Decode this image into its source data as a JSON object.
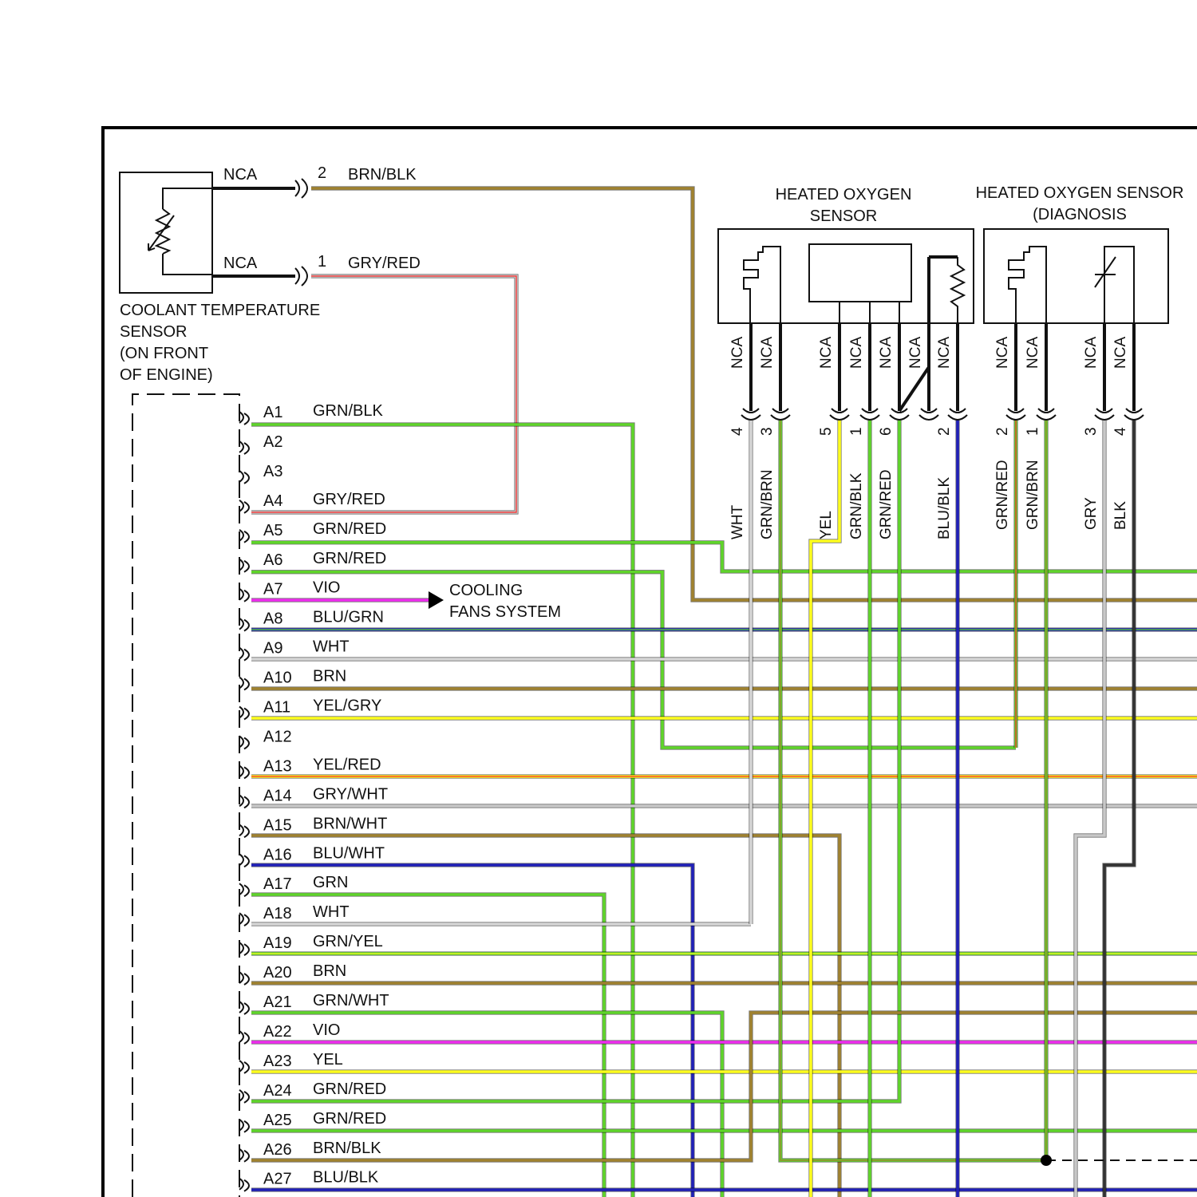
{
  "colors": {
    "GRN": "#5fd52a",
    "GRY": "#c8c8c8",
    "WHT": "#d6d6d6",
    "BRN": "#a0822f",
    "BLK": "#333333",
    "YEL": "#ffff1e",
    "RED": "#ff2a2a",
    "VIO": "#ee2cee",
    "BLU": "#2020b8"
  },
  "coolant": {
    "label_lines": [
      "COOLANT TEMPERATURE",
      "SENSOR",
      "(ON FRONT",
      "OF ENGINE)"
    ],
    "pins": [
      {
        "nca": "NCA",
        "pin": "2",
        "wire": "BRN/BLK"
      },
      {
        "nca": "NCA",
        "pin": "1",
        "wire": "GRY/RED"
      }
    ]
  },
  "ho2s_1": {
    "title_lines": [
      "HEATED OXYGEN",
      "SENSOR"
    ],
    "pins": [
      {
        "nca": "NCA",
        "pin": "4",
        "wire": "WHT"
      },
      {
        "nca": "NCA",
        "pin": "3",
        "wire": "GRN/BRN"
      },
      {
        "nca": "NCA",
        "pin": "5",
        "wire": "YEL"
      },
      {
        "nca": "NCA",
        "pin": "1",
        "wire": "GRN/BLK"
      },
      {
        "nca": "NCA",
        "pin": "6",
        "wire": "GRN/RED"
      },
      {
        "nca": "NCA",
        "pin": "",
        "wire": ""
      },
      {
        "nca": "NCA",
        "pin": "2",
        "wire": "BLU/BLK"
      }
    ]
  },
  "ho2s_2": {
    "title_lines": [
      "HEATED OXYGEN SENSOR",
      "(DIAGNOSIS"
    ],
    "pins": [
      {
        "nca": "NCA",
        "pin": "2",
        "wire": "GRN/RED"
      },
      {
        "nca": "NCA",
        "pin": "1",
        "wire": "GRN/BRN"
      },
      {
        "nca": "NCA",
        "pin": "3",
        "wire": "GRY"
      },
      {
        "nca": "NCA",
        "pin": "4",
        "wire": "BLK"
      }
    ]
  },
  "cooling_fans_lines": [
    "COOLING",
    "FANS SYSTEM"
  ],
  "connector_pins": [
    {
      "pin": "A1",
      "wire": "GRN/BLK"
    },
    {
      "pin": "A2",
      "wire": ""
    },
    {
      "pin": "A3",
      "wire": ""
    },
    {
      "pin": "A4",
      "wire": "GRY/RED"
    },
    {
      "pin": "A5",
      "wire": "GRN/RED"
    },
    {
      "pin": "A6",
      "wire": "GRN/RED"
    },
    {
      "pin": "A7",
      "wire": "VIO"
    },
    {
      "pin": "A8",
      "wire": "BLU/GRN"
    },
    {
      "pin": "A9",
      "wire": "WHT"
    },
    {
      "pin": "A10",
      "wire": "BRN"
    },
    {
      "pin": "A11",
      "wire": "YEL/GRY"
    },
    {
      "pin": "A12",
      "wire": ""
    },
    {
      "pin": "A13",
      "wire": "YEL/RED"
    },
    {
      "pin": "A14",
      "wire": "GRY/WHT"
    },
    {
      "pin": "A15",
      "wire": "BRN/WHT"
    },
    {
      "pin": "A16",
      "wire": "BLU/WHT"
    },
    {
      "pin": "A17",
      "wire": "GRN"
    },
    {
      "pin": "A18",
      "wire": "WHT"
    },
    {
      "pin": "A19",
      "wire": "GRN/YEL"
    },
    {
      "pin": "A20",
      "wire": "BRN"
    },
    {
      "pin": "A21",
      "wire": "GRN/WHT"
    },
    {
      "pin": "A22",
      "wire": "VIO"
    },
    {
      "pin": "A23",
      "wire": "YEL"
    },
    {
      "pin": "A24",
      "wire": "GRN/RED"
    },
    {
      "pin": "A25",
      "wire": "GRN/RED"
    },
    {
      "pin": "A26",
      "wire": "BRN/BLK"
    },
    {
      "pin": "A27",
      "wire": "BLU/BLK"
    }
  ]
}
